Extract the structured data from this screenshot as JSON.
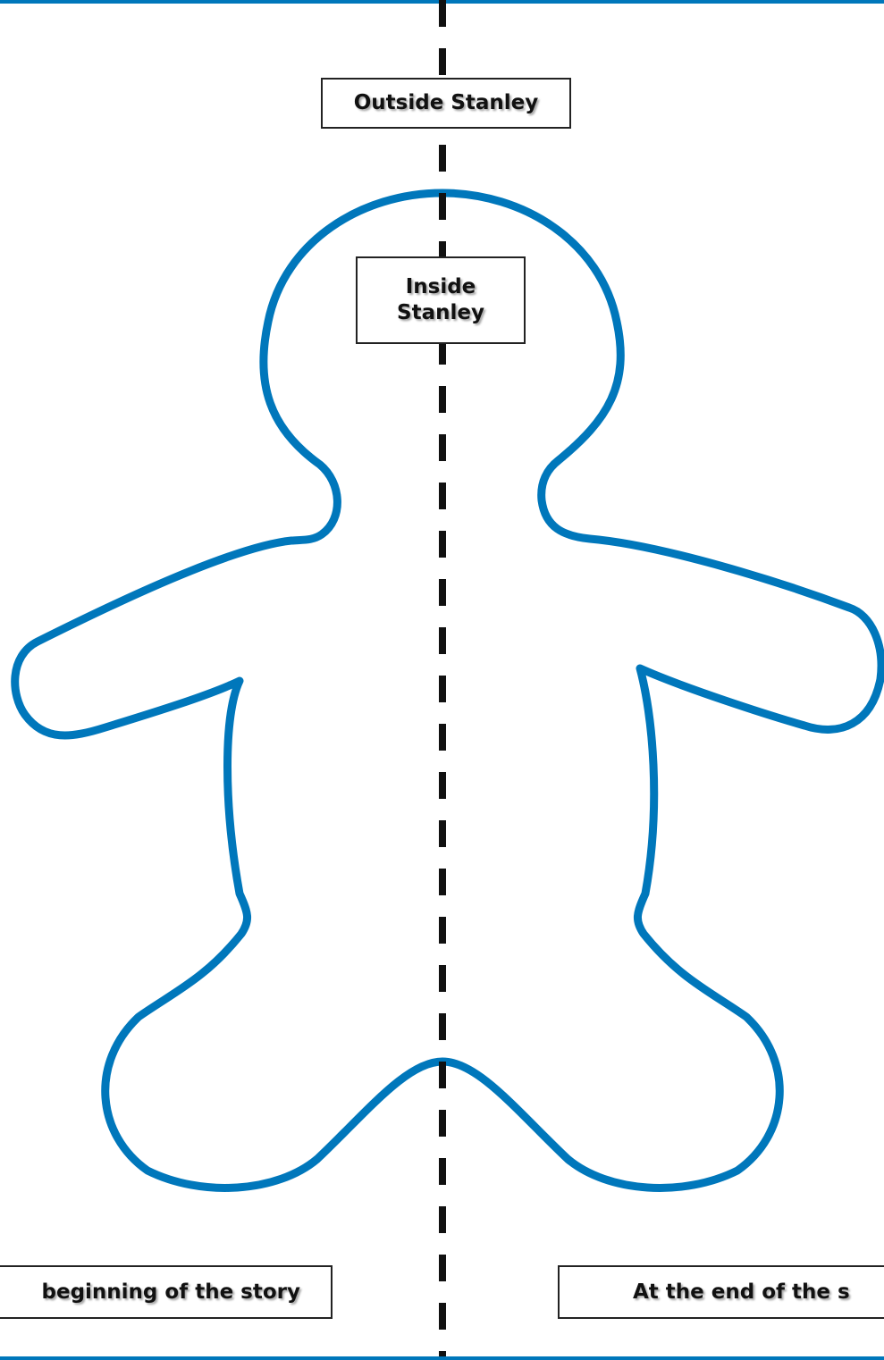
{
  "labels": {
    "outside": "Outside Stanley",
    "inside_line1": "Inside",
    "inside_line2": "Stanley",
    "beginning": "beginning of the story",
    "end": "At the end of the s"
  },
  "colors": {
    "outline": "#0077bb",
    "divider": "#111111",
    "box_border": "#222222"
  }
}
